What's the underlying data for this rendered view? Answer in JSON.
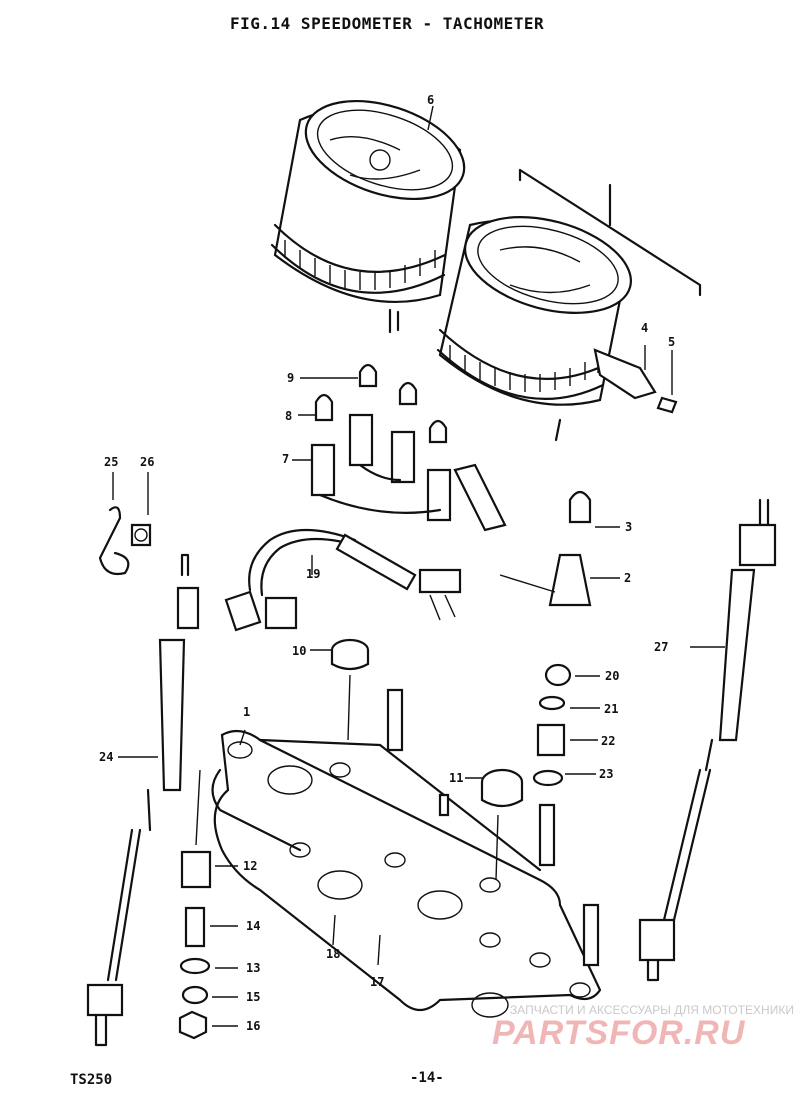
{
  "header": {
    "title": "FIG.14  SPEEDOMETER - TACHOMETER"
  },
  "footer": {
    "model": "TS250",
    "page": "-14-"
  },
  "watermark": {
    "top_text": "ЗАПЧАСТИ И АКСЕССУАРЫ ДЛЯ МОТОТЕХНИКИ",
    "logo_text": "PARTSFOR.RU"
  },
  "callouts": {
    "c1": "1",
    "c2": "2",
    "c3": "3",
    "c4": "4",
    "c5": "5",
    "c6": "6",
    "c7": "7",
    "c8": "8",
    "c9": "9",
    "c10": "10",
    "c11": "11",
    "c12": "12",
    "c13": "13",
    "c14": "14",
    "c15": "15",
    "c16": "16",
    "c17": "17",
    "c18": "18",
    "c19": "19",
    "c20": "20",
    "c21": "21",
    "c22": "22",
    "c23": "23",
    "c24": "24",
    "c25": "25",
    "c26": "26",
    "c27": "27"
  }
}
